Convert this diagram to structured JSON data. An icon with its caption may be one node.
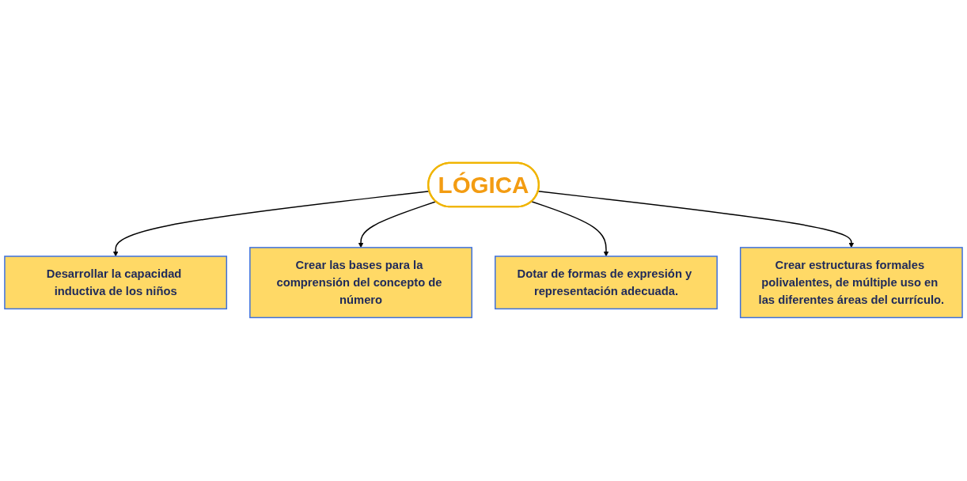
{
  "diagram": {
    "nodes": [
      {
        "text": [
          "Desarrollar la capacidad inductiva de los niños"
        ]
      },
      {
        "text": [
          "Crear las bases para la comprensión del concepto de número"
        ]
      },
      {
        "text": [
          "LÓGICA"
        ]
      },
      {
        "text": [
          "Dotar de formas de expresión y representación adecuada."
        ]
      },
      {
        "text": [
          "Crear estructuras formales polivalentes, de múltiple uso en las diferentes áreas del currículo."
        ]
      }
    ],
    "edges": [
      {
        "from": 2,
        "to": 0,
        "arrow": "to"
      },
      {
        "from": 2,
        "to": 1,
        "arrow": "to"
      },
      {
        "from": 2,
        "to": 3,
        "arrow": "to"
      },
      {
        "from": 2,
        "to": 4,
        "arrow": "to"
      }
    ]
  }
}
